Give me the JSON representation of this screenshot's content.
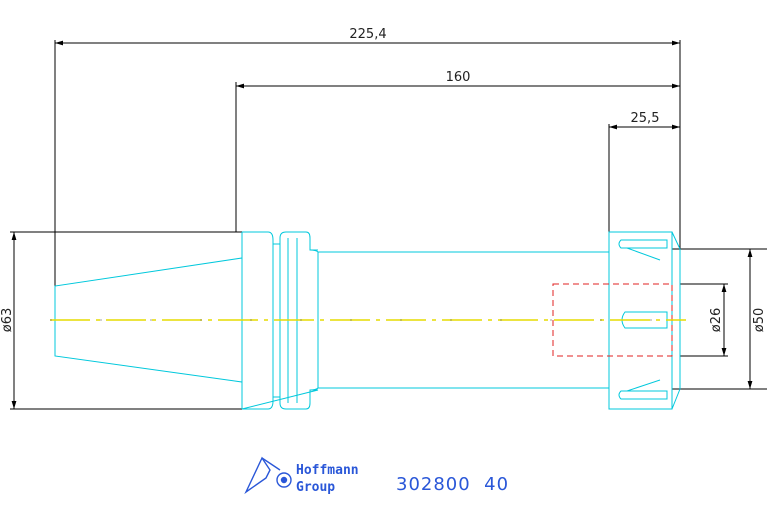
{
  "dimensions": {
    "overall_length": "225,4",
    "shank_length": "160",
    "nut_length": "25,5",
    "flange_diameter": "ø63",
    "clamp_diameter": "ø26",
    "nut_diameter": "ø50"
  },
  "logo": {
    "line1": "Hoffmann",
    "line2": "Group"
  },
  "part_number": "302800  40",
  "colors": {
    "dimension": "#000000",
    "outline": "#00c8dc",
    "centerline": "#e6dc00",
    "hidden": "#e02020",
    "brand": "#2a57d8"
  }
}
